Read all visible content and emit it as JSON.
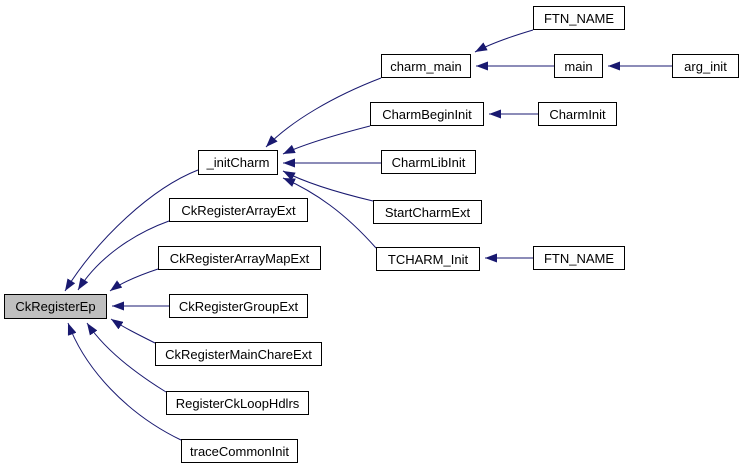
{
  "diagram": {
    "kind": "caller-graph",
    "colors": {
      "background": "#ffffff",
      "edge": "#191970",
      "node_border": "#000000",
      "node_fill": "#ffffff",
      "highlight_fill": "#bfbfbf",
      "text": "#000000"
    },
    "nodes": [
      {
        "label": "CkRegisterEp",
        "highlighted": true
      },
      {
        "label": "_initCharm",
        "highlighted": false
      },
      {
        "label": "CkRegisterArrayExt",
        "highlighted": false
      },
      {
        "label": "CkRegisterArrayMapExt",
        "highlighted": false
      },
      {
        "label": "CkRegisterGroupExt",
        "highlighted": false
      },
      {
        "label": "CkRegisterMainChareExt",
        "highlighted": false
      },
      {
        "label": "RegisterCkLoopHdlrs",
        "highlighted": false
      },
      {
        "label": "traceCommonInit",
        "highlighted": false
      },
      {
        "label": "charm_main",
        "highlighted": false
      },
      {
        "label": "FTN_NAME",
        "highlighted": false
      },
      {
        "label": "main",
        "highlighted": false
      },
      {
        "label": "arg_init",
        "highlighted": false
      },
      {
        "label": "CharmBeginInit",
        "highlighted": false
      },
      {
        "label": "CharmInit",
        "highlighted": false
      },
      {
        "label": "CharmLibInit",
        "highlighted": false
      },
      {
        "label": "StartCharmExt",
        "highlighted": false
      },
      {
        "label": "TCHARM_Init",
        "highlighted": false
      },
      {
        "label": "FTN_NAME",
        "highlighted": false
      }
    ],
    "edges": [
      {
        "from": "_initCharm",
        "to": "CkRegisterEp"
      },
      {
        "from": "CkRegisterArrayExt",
        "to": "CkRegisterEp"
      },
      {
        "from": "CkRegisterArrayMapExt",
        "to": "CkRegisterEp"
      },
      {
        "from": "CkRegisterGroupExt",
        "to": "CkRegisterEp"
      },
      {
        "from": "CkRegisterMainChareExt",
        "to": "CkRegisterEp"
      },
      {
        "from": "RegisterCkLoopHdlrs",
        "to": "CkRegisterEp"
      },
      {
        "from": "traceCommonInit",
        "to": "CkRegisterEp"
      },
      {
        "from": "charm_main",
        "to": "_initCharm"
      },
      {
        "from": "CharmBeginInit",
        "to": "_initCharm"
      },
      {
        "from": "CharmLibInit",
        "to": "_initCharm"
      },
      {
        "from": "StartCharmExt",
        "to": "_initCharm"
      },
      {
        "from": "TCHARM_Init",
        "to": "_initCharm"
      },
      {
        "from": "FTN_NAME (top)",
        "to": "charm_main"
      },
      {
        "from": "main",
        "to": "charm_main"
      },
      {
        "from": "arg_init",
        "to": "main"
      },
      {
        "from": "CharmInit",
        "to": "CharmBeginInit"
      },
      {
        "from": "FTN_NAME (bottom)",
        "to": "TCHARM_Init"
      }
    ]
  }
}
